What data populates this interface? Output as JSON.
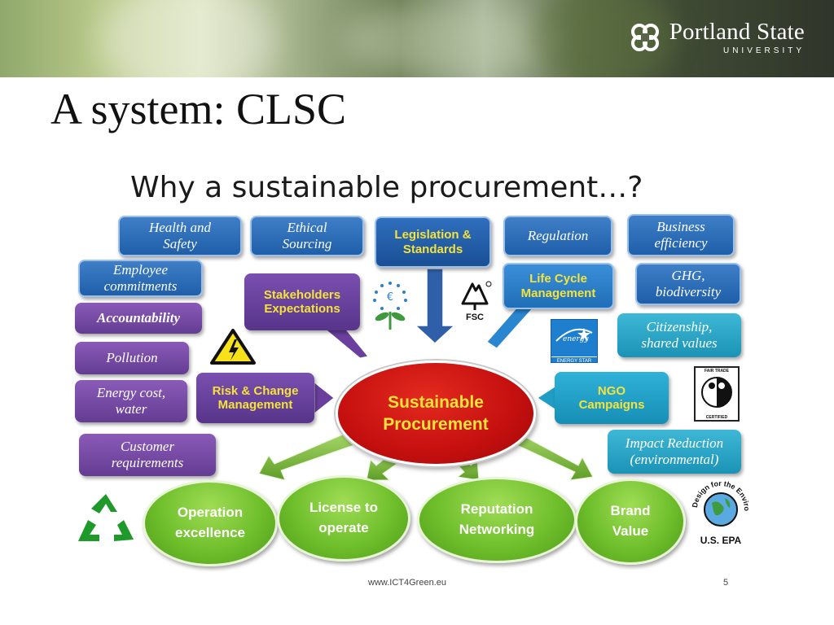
{
  "header": {
    "university_name": "Portland State",
    "university_sub": "UNIVERSITY"
  },
  "slide": {
    "title": "A system: CLSC"
  },
  "diagram": {
    "title": "Why a sustainable procurement…?",
    "center": {
      "line1": "Sustainable",
      "line2": "Procurement"
    },
    "top_row": [
      {
        "line1": "Health and",
        "line2": "Safety"
      },
      {
        "line1": "Ethical",
        "line2": "Sourcing"
      },
      {
        "line1": "Legislation &",
        "line2": "Standards"
      },
      {
        "line1": "Regulation",
        "line2": ""
      },
      {
        "line1": "Business",
        "line2": "efficiency"
      }
    ],
    "left_column": [
      {
        "line1": "Employee",
        "line2": "commitments"
      },
      {
        "line1": "Accountability",
        "line2": ""
      },
      {
        "line1": "Pollution",
        "line2": ""
      },
      {
        "line1": "Energy cost,",
        "line2": "water"
      },
      {
        "line1": "Customer",
        "line2": "requirements"
      }
    ],
    "right_column": [
      {
        "line1": "GHG,",
        "line2": "biodiversity"
      },
      {
        "line1": "Citizenship,",
        "line2": "shared values"
      },
      {
        "line1": "Impact Reduction",
        "line2": "(environmental)"
      }
    ],
    "callouts": {
      "stakeholders": {
        "line1": "Stakeholders",
        "line2": "Expectations"
      },
      "life_cycle": {
        "line1": "Life Cycle",
        "line2": "Management"
      },
      "risk": {
        "line1": "Risk & Change",
        "line2": "Management"
      },
      "ngo": {
        "line1": "NGO",
        "line2": "Campaigns"
      }
    },
    "outcomes": [
      {
        "line1": "Operation",
        "line2": "excellence"
      },
      {
        "line1": "License to",
        "line2": "operate"
      },
      {
        "line1": "Reputation",
        "line2": "Networking"
      },
      {
        "line1": "Brand",
        "line2": "Value"
      }
    ],
    "logos": {
      "fsc": "FSC",
      "energy_star": "ENERGY STAR",
      "fair_trade_top": "FAIR TRADE",
      "fair_trade_bottom": "CERTIFIED",
      "epa_ring": "Design for the Environment",
      "epa_sub": "U.S. EPA"
    },
    "footer_url": "www.ICT4Green.eu",
    "footer_page": "5"
  },
  "colors": {
    "blue_box": "#1f5ea8",
    "purple_box": "#643c92",
    "teal_box": "#1b93b6",
    "center_red": "#c40f0f",
    "center_text": "#f5e23a",
    "outcome_green": "#6fbf2c"
  }
}
